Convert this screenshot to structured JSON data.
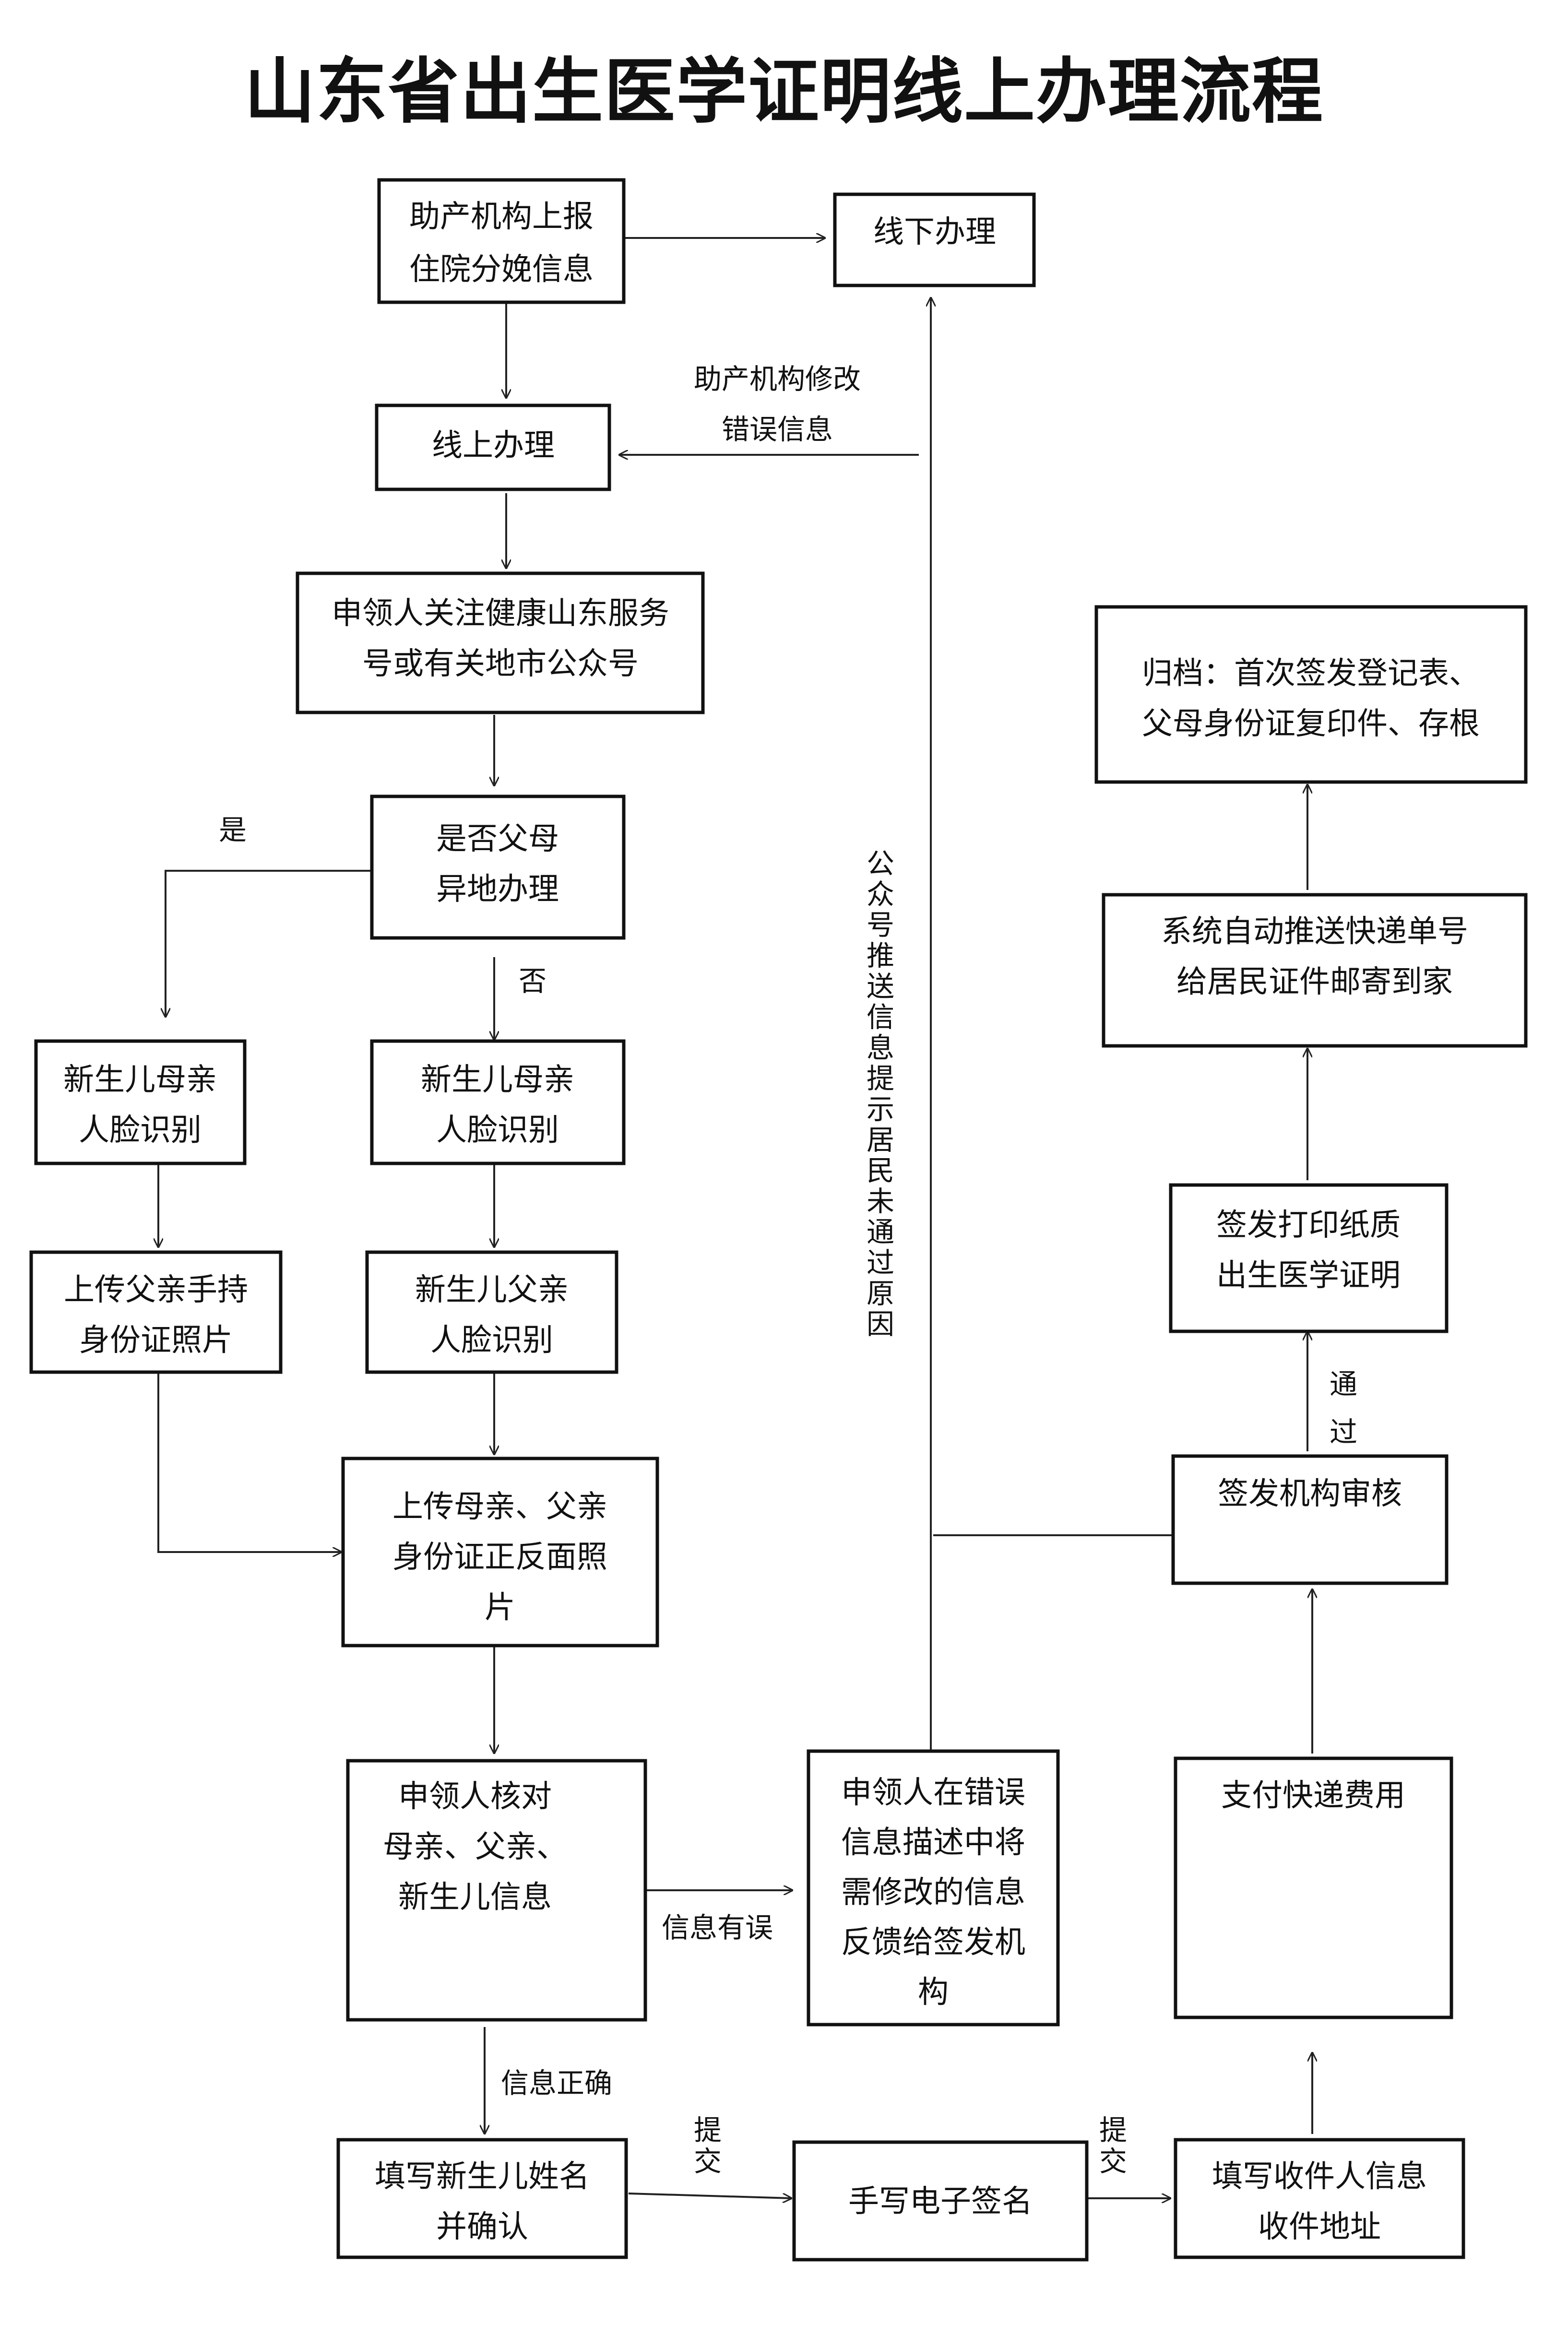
{
  "title": "山东省出生医学证明线上办理流程",
  "nodes": {
    "report": [
      "助产机构上报",
      "住院分娩信息"
    ],
    "offline": [
      "线下办理"
    ],
    "online": [
      "线上办理"
    ],
    "follow": [
      "申领人关注健康山东服务",
      "号或有关地市公众号"
    ],
    "remote": [
      "是否父母",
      "异地办理"
    ],
    "face_mother_yes": [
      "新生儿母亲",
      "人脸识别"
    ],
    "face_mother_no": [
      "新生儿母亲",
      "人脸识别"
    ],
    "upload_father": [
      "上传父亲手持",
      "身份证照片"
    ],
    "face_father": [
      "新生儿父亲",
      "人脸识别"
    ],
    "upload_ids": [
      "上传母亲、父亲",
      "身份证正反面照",
      "片"
    ],
    "verify": [
      "申领人核对",
      "母亲、父亲、",
      "新生儿信息"
    ],
    "feedback": [
      "申领人在错误",
      "信息描述中将",
      "需修改的信息",
      "反馈给签发机",
      "构"
    ],
    "fill_name": [
      "填写新生儿姓名",
      "并确认"
    ],
    "signature": [
      "手写电子签名"
    ],
    "address": [
      "填写收件人信息",
      "收件地址"
    ],
    "pay": [
      "支付快递费用"
    ],
    "review": [
      "签发机构审核"
    ],
    "print": [
      "签发打印纸质",
      "出生医学证明"
    ],
    "express": [
      "系统自动推送快递单号",
      "给居民证件邮寄到家"
    ],
    "archive": [
      "归档：首次签发登记表、",
      "父母身份证复印件、存根"
    ]
  },
  "labels": {
    "modify": [
      "助产机构修改",
      "错误信息"
    ],
    "yes": "是",
    "no": "否",
    "info_wrong": "信息有误",
    "info_correct": "信息正确",
    "submit1": [
      "提",
      "交"
    ],
    "submit2": [
      "提",
      "交"
    ],
    "passed": [
      "通",
      "过"
    ],
    "push": [
      "公",
      "众",
      "号",
      "推",
      "送",
      "信",
      "息",
      "提",
      "示",
      "居",
      "民",
      "未",
      "通",
      "过",
      "原",
      "因"
    ]
  }
}
